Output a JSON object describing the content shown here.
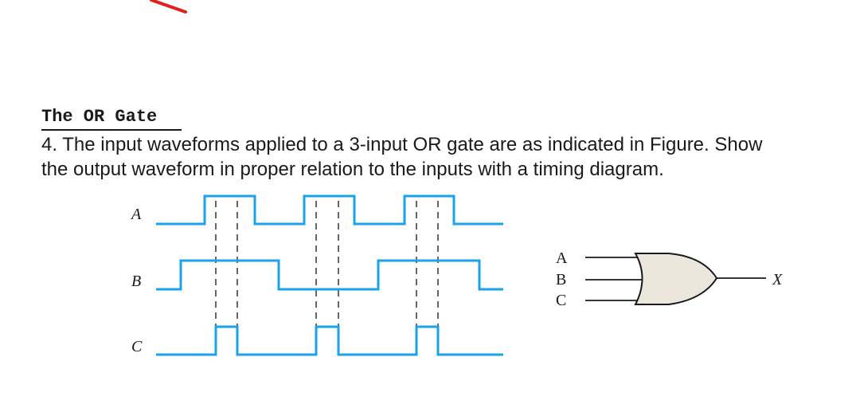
{
  "heading": "The OR Gate",
  "question": {
    "line1": "4. The input waveforms applied to a 3-input OR gate are as indicated in Figure. Show",
    "line2": "the output waveform in proper relation to the inputs with a timing diagram."
  },
  "timing_diagram": {
    "signals": [
      {
        "name": "A",
        "levels": [
          0,
          1,
          1,
          0,
          1,
          1,
          0,
          1,
          1,
          0
        ]
      },
      {
        "name": "B",
        "levels": [
          0,
          1,
          1,
          1,
          0,
          0,
          1,
          1,
          1,
          0
        ]
      },
      {
        "name": "C",
        "levels": [
          0,
          0,
          1,
          0,
          0,
          1,
          0,
          0,
          1,
          0
        ]
      }
    ],
    "colors": {
      "waveform": "#1aa3e8",
      "guide": "#333333"
    }
  },
  "gate": {
    "type": "OR",
    "inputs": [
      "A",
      "B",
      "C"
    ],
    "output": "X",
    "fill": "#ece7dc"
  },
  "annotation": {
    "color": "#e0201b"
  }
}
